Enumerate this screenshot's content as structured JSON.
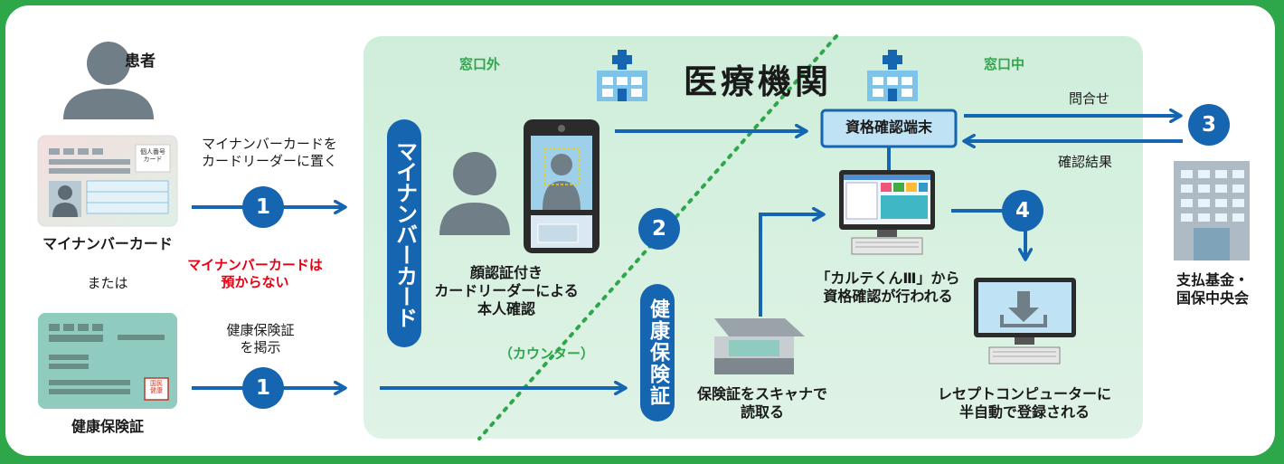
{
  "title": "医療機関",
  "zones": {
    "outside": "窓口外",
    "inside": "窓口中"
  },
  "patient": {
    "label": "患者"
  },
  "cards": {
    "mynumber": {
      "name": "マイナンバーカード",
      "tag": [
        "個人番号",
        "カード"
      ]
    },
    "or": "または",
    "insurance": {
      "name": "健康保険証",
      "stamp": [
        "国民",
        "健康"
      ]
    }
  },
  "steps": {
    "place_card": [
      "マイナンバーカードを",
      "カードリーダーに置く"
    ],
    "not_kept": [
      "マイナンバーカードは",
      "預からない"
    ],
    "present_card": [
      "健康保険証",
      "を掲示"
    ],
    "n1": "1",
    "n2": "2",
    "n3": "3",
    "n4": "4"
  },
  "pills": {
    "mynumber": "マイナンバーカード",
    "insurance": "健康保険証"
  },
  "face_auth": [
    "顔認証付き",
    "カードリーダーによる",
    "本人確認"
  ],
  "counter": "（カウンター）",
  "scanner": [
    "保険証をスキャナで",
    "読取る"
  ],
  "terminal": "資格確認端末",
  "karte": [
    "「カルテくんⅢ」から",
    "資格確認が行われる"
  ],
  "inquiry": "問合せ",
  "result": "確認結果",
  "fund": [
    "支払基金・",
    "国保中央会"
  ],
  "receipt": [
    "レセプトコンピューターに",
    "半自動で登録される"
  ],
  "colors": {
    "green": "#2ea64a",
    "blue": "#1565b0",
    "red": "#e60012",
    "zone": "#d6eedc"
  }
}
